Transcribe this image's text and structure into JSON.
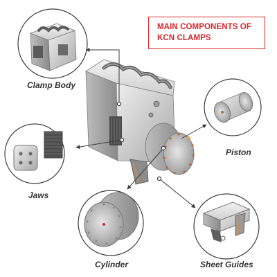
{
  "title": {
    "line1": "MAIN COMPONENTS OF",
    "line2": "KCN CLAMPS"
  },
  "components": [
    {
      "name": "Clamp Body"
    },
    {
      "name": "Piston"
    },
    {
      "name": "Jaws"
    },
    {
      "name": "Cylinder"
    },
    {
      "name": "Sheet Guides"
    }
  ],
  "colors": {
    "title_accent": "#d22a2f",
    "circle_border": "#3a3a3a",
    "metal_light": "#d6d6d6",
    "metal_dark": "#8f8f8f",
    "label_text": "#333333"
  }
}
